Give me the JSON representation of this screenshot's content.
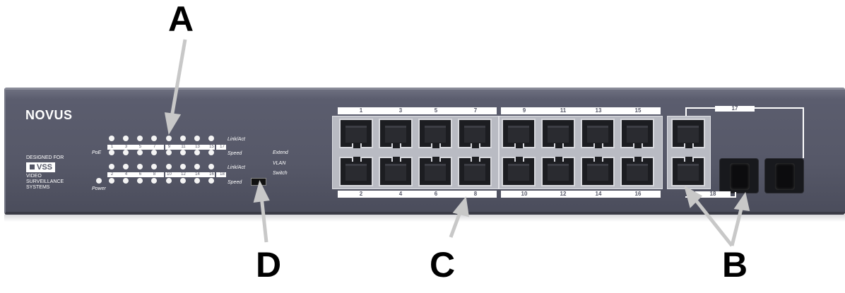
{
  "callouts": {
    "a": "A",
    "b": "B",
    "c": "C",
    "d": "D"
  },
  "front_panel": {
    "logo": "NOVUS",
    "designed_for": "DESIGNED FOR",
    "vss": "VSS",
    "vss_caption_1": "VIDEO",
    "vss_caption_2": "SURVEILLANCE",
    "vss_caption_3": "SYSTEMS",
    "poe_label": "PoE",
    "power_label": "Power",
    "link_act_label": "Link/Act",
    "speed_label": "Speed",
    "mode_extend": "Extend",
    "mode_vlan": "VLAN",
    "mode_switch": "Switch",
    "led_numbers_top": [
      "1",
      "3",
      "5",
      "7",
      "9",
      "11",
      "13",
      "15",
      "17"
    ],
    "led_numbers_bottom": [
      "2",
      "4",
      "6",
      "8",
      "10",
      "12",
      "14",
      "16",
      "18"
    ]
  },
  "ports": {
    "top_labels": [
      "1",
      "3",
      "5",
      "7",
      "9",
      "11",
      "13",
      "15"
    ],
    "bottom_labels": [
      "2",
      "4",
      "6",
      "8",
      "10",
      "12",
      "14",
      "16"
    ],
    "uplink_top": "17",
    "uplink_bottom": "18"
  }
}
